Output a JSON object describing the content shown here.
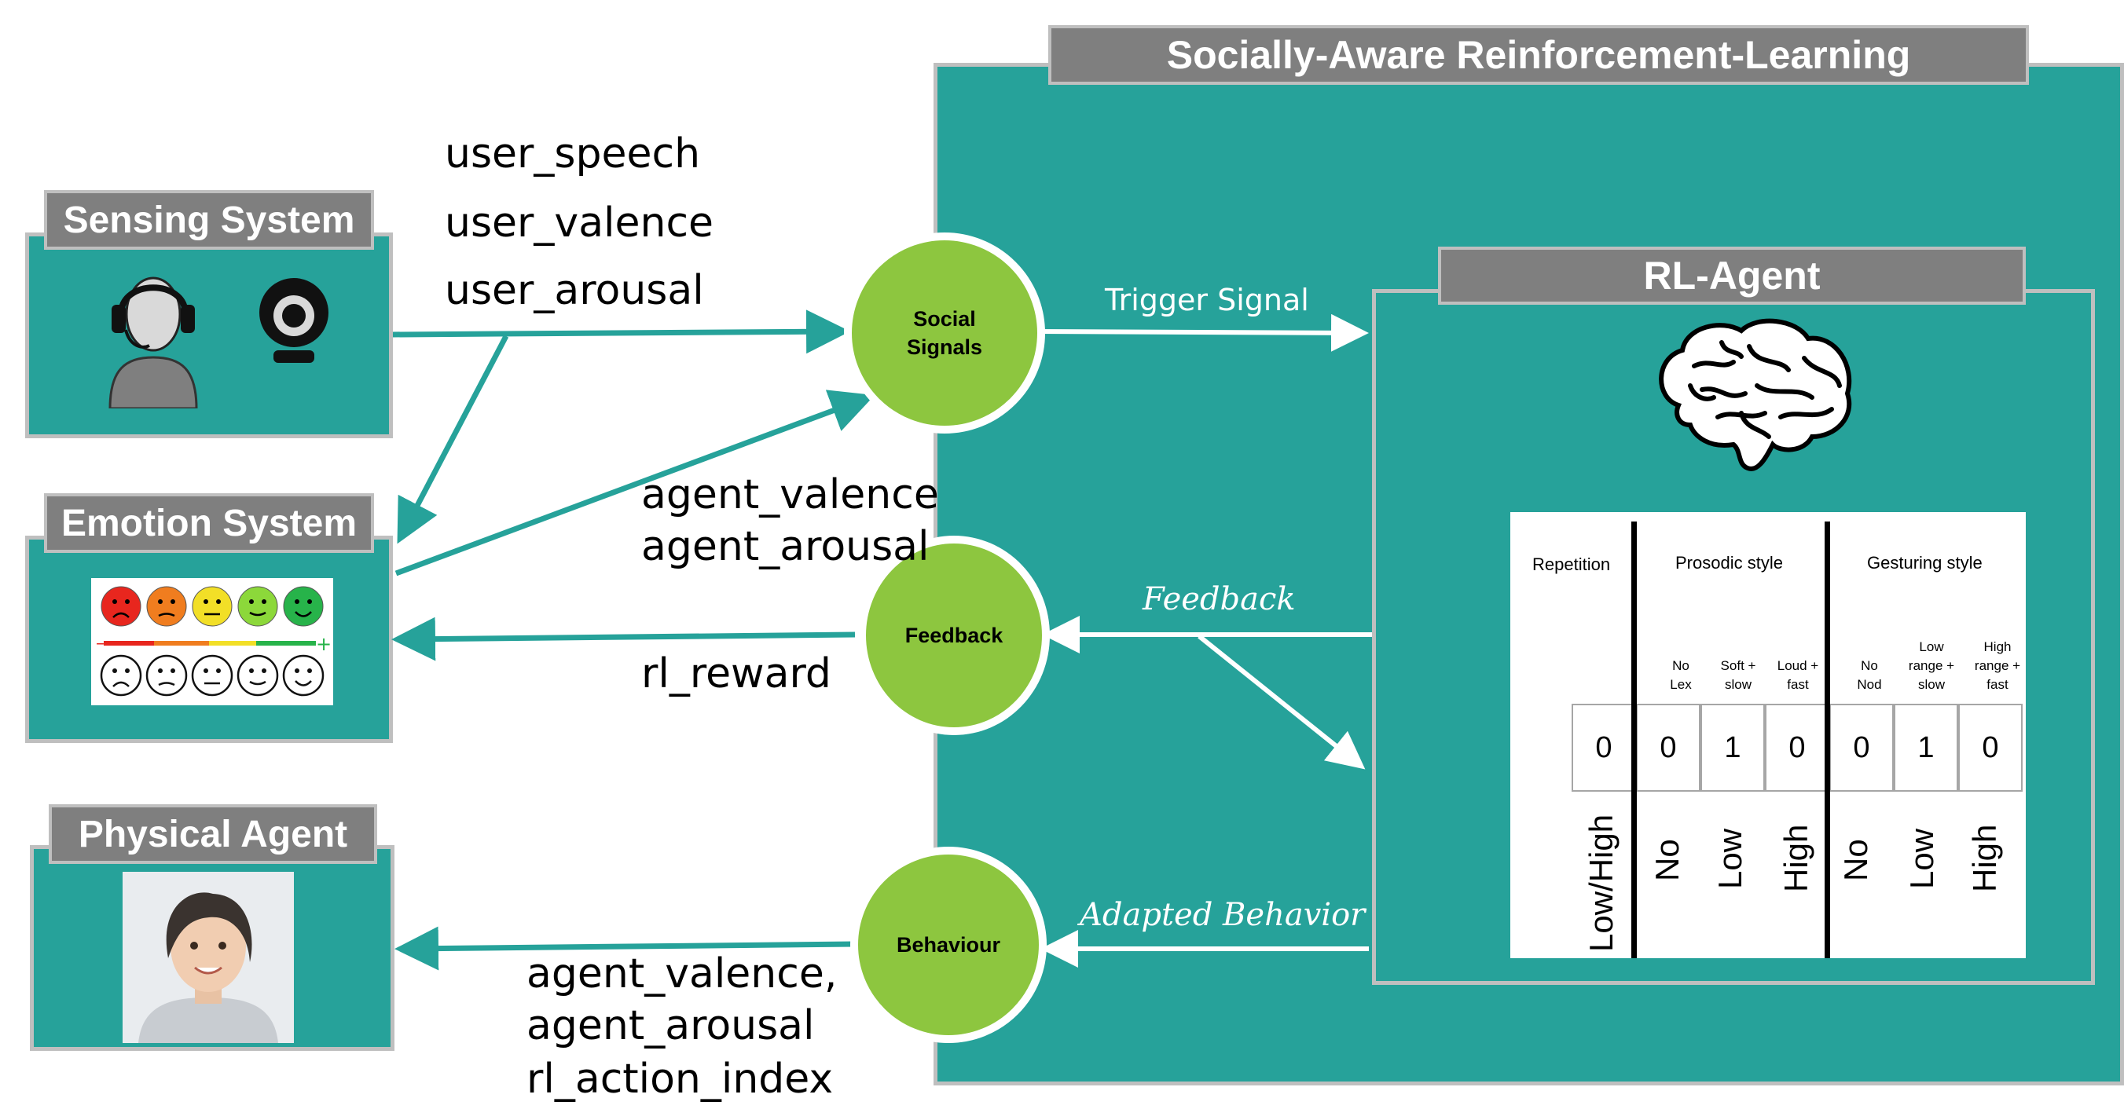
{
  "rl_framework": {
    "title": "Socially-Aware Reinforcement-Learning"
  },
  "rl_agent": {
    "title": "RL-Agent"
  },
  "sensing_system": {
    "title": "Sensing System"
  },
  "emotion_system": {
    "title": "Emotion System"
  },
  "physical_agent": {
    "title": "Physical Agent"
  },
  "nodes": {
    "social_signals": {
      "line1": "Social",
      "line2": "Signals"
    },
    "feedback": {
      "label": "Feedback"
    },
    "behaviour": {
      "label": "Behaviour"
    }
  },
  "signals": {
    "user_speech": "user_speech",
    "user_valence": "user_valence",
    "user_arousal": "user_arousal",
    "agent_valence": "agent_valence",
    "agent_arousal": "agent_arousal",
    "rl_reward": "rl_reward",
    "agent_valence_out": "agent_valence,",
    "agent_arousal_out": "agent_arousal",
    "rl_action_index": "rl_action_index"
  },
  "arrows": {
    "trigger_signal": "Trigger Signal",
    "feedback": "Feedback",
    "adapted_behavior": "Adapted Behavior"
  },
  "action_table": {
    "headers": {
      "repetition": "Repetition",
      "prosodic": "Prosodic style",
      "gesturing": "Gesturing style"
    },
    "subheaders": {
      "no_lex": [
        "No",
        "Lex"
      ],
      "soft_slow": [
        "Soft +",
        "slow"
      ],
      "loud_fast": [
        "Loud +",
        "fast"
      ],
      "no_nod": [
        "No",
        "Nod"
      ],
      "low_range": [
        "Low",
        "range +",
        "slow"
      ],
      "high_range": [
        "High",
        "range +",
        "fast"
      ]
    },
    "values": [
      "0",
      "0",
      "1",
      "0",
      "0",
      "1",
      "0"
    ],
    "level_labels": [
      "Low/High",
      "No",
      "Low",
      "High",
      "No",
      "Low",
      "High"
    ]
  },
  "colors": {
    "teal": "#26a29a",
    "node_green": "#8dc63f",
    "title_gray": "#7f7f7f",
    "border_gray": "#bfbfbf"
  },
  "emotion_faces": {
    "colored": [
      "#e8261e",
      "#f07d1f",
      "#f2df27",
      "#8cd83a",
      "#27b34a"
    ]
  }
}
